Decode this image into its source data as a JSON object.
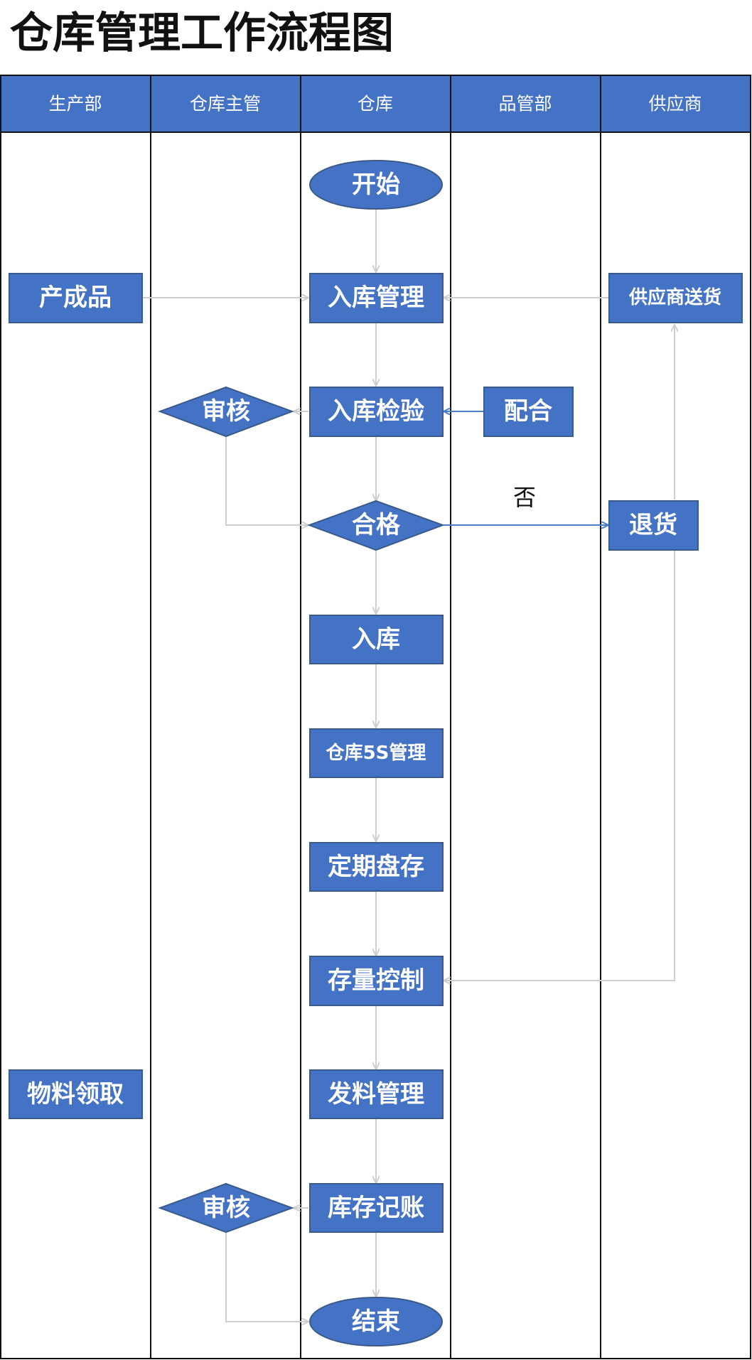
{
  "title": "仓库管理工作流程图",
  "lanes": [
    "生产部",
    "仓库主管",
    "仓库",
    "品管部",
    "供应商"
  ],
  "nodes": {
    "start": "开始",
    "finished_product": "产成品",
    "inbound_mgmt": "入库管理",
    "supplier_delivery": "供应商送货",
    "review_1": "审核",
    "inbound_inspection": "入库检验",
    "cooperate": "配合",
    "qualified": "合格",
    "return_goods": "退货",
    "stock_in": "入库",
    "warehouse_5s": "仓库5S管理",
    "periodic_inventory": "定期盘存",
    "stock_control": "存量控制",
    "material_requisition": "物料领取",
    "issue_mgmt": "发料管理",
    "review_2": "审核",
    "inventory_accounting": "库存记账",
    "end": "结束"
  },
  "edge_labels": {
    "not_qualified": "否"
  },
  "colors": {
    "shape_fill": "#4472c4",
    "shape_stroke": "#3a5a8c",
    "connector": "#cfcfcf",
    "connector_blue": "#4a7fc8",
    "frame": "#111111"
  }
}
